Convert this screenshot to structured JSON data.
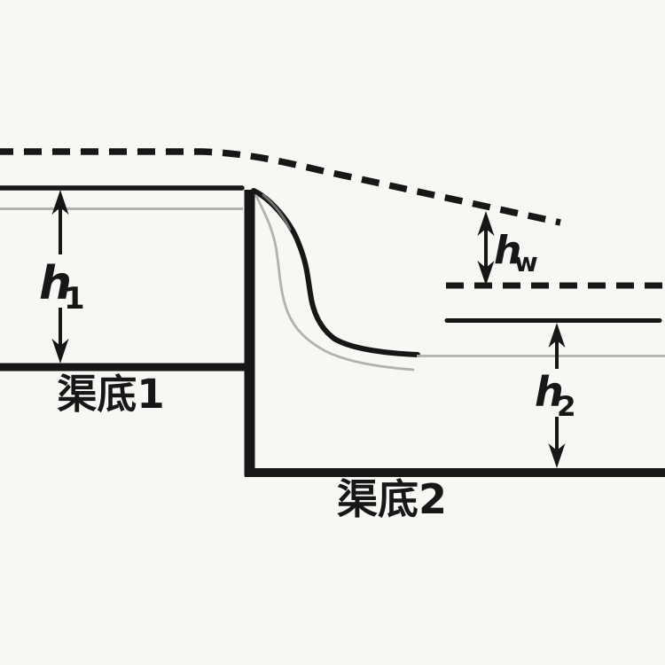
{
  "figure": {
    "labels": {
      "h1": {
        "main": "h",
        "sub": "1"
      },
      "hw": {
        "main": "h",
        "sub": "w"
      },
      "h2": {
        "main": "h",
        "sub": "2"
      },
      "channel_bottom_1": "渠底1",
      "channel_bottom_2": "渠底2"
    },
    "colors": {
      "ink": "#171717",
      "gray": "#b3b1ad",
      "midgray": "#6e6e6e",
      "background": "#f8f7f4"
    }
  }
}
